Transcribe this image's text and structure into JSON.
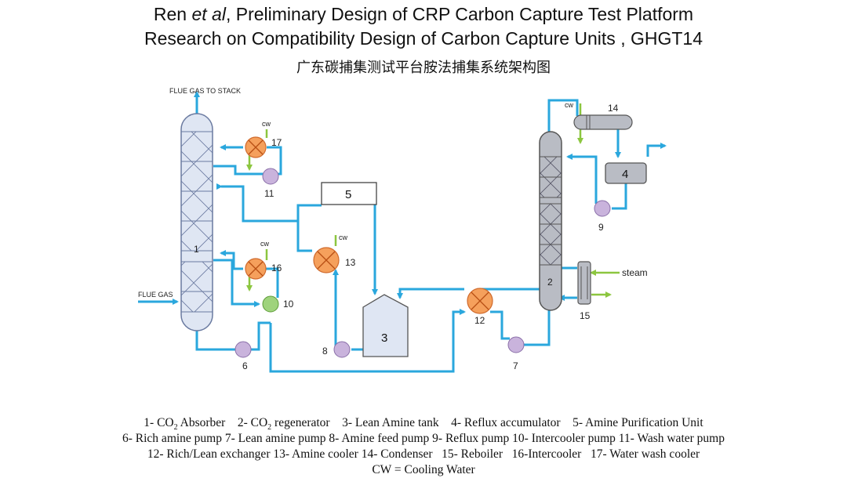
{
  "header": {
    "author": "Ren",
    "author_etal": "et al",
    "title_rest": ",  Preliminary Design of CRP Carbon Capture Test Platform",
    "subtitle": "Research on Compatibility Design of Carbon Capture Units , GHGT14",
    "chinese_title": "广东碳捕集测试平台胺法捕集系统架构图"
  },
  "diagram": {
    "flue_gas_to_stack": "FLUE GAS TO STACK",
    "flue_gas": "FLUE GAS",
    "cw": "cw",
    "steam": "steam",
    "unit_labels": {
      "u1": "1",
      "u2": "2",
      "u3": "3",
      "u4": "4",
      "u5": "5",
      "u6": "6",
      "u7": "7",
      "u8": "8",
      "u9": "9",
      "u10": "10",
      "u11": "11",
      "u12": "12",
      "u13": "13",
      "u14": "14",
      "u15": "15",
      "u16": "16",
      "u17": "17"
    },
    "colors": {
      "pipe": "#2aa7dd",
      "cooling_water": "#8cc63f",
      "exchanger": "#f5a05c",
      "pump": "#c9b3dc",
      "pump_intercooler": "#9fd37c",
      "column_absorber": "#dfe6f3",
      "column_regenerator": "#b9bcc4"
    }
  },
  "legend": {
    "line1": {
      "p1": "1- CO",
      "p1sub": "2",
      "p1b": " Absorber",
      "p2": "2- CO",
      "p2sub": "2",
      "p2b": " regenerator",
      "rest": "3- Lean Amine tank    4- Reflux accumulator    5- Amine Purification Unit"
    },
    "line2": "6- Rich amine pump 7- Lean amine pump  8- Amine feed pump  9- Reflux pump  10- Intercooler pump 11- Wash water pump",
    "line3": "12- Rich/Lean exchanger 13- Amine cooler 14- Condenser   15- Reboiler   16-Intercooler   17- Water wash cooler",
    "line4": "CW = Cooling Water"
  }
}
